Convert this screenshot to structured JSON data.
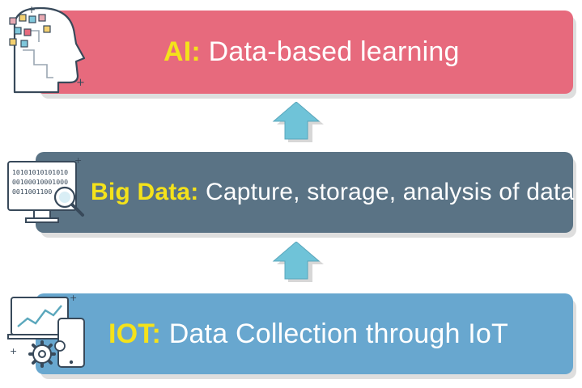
{
  "layers": [
    {
      "id": "ai",
      "key": "AI",
      "colon": ":",
      "desc": "Data-based learning",
      "color": "#e76a7d",
      "icon": "ai-head-icon"
    },
    {
      "id": "bigdata",
      "key": "Big Data",
      "colon": ":",
      "desc": "Capture, storage, analysis of data",
      "color": "#5a7385",
      "icon": "monitor-magnifier-icon",
      "binary_lines": [
        "10101010101010",
        "00100010001000",
        "0011001100"
      ]
    },
    {
      "id": "iot",
      "key": "IOT",
      "colon": ":",
      "desc": "Data Collection through IoT",
      "color": "#68a7cf",
      "icon": "devices-gear-icon"
    }
  ],
  "arrow_color": "#6fc3d8",
  "key_color": "#f4e21b"
}
